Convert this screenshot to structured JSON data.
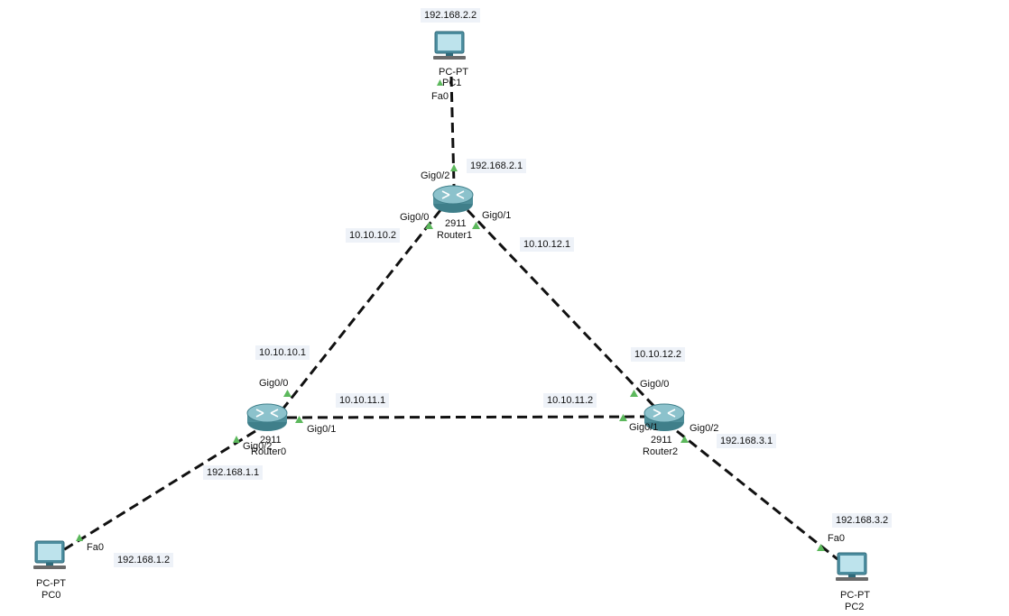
{
  "devices": {
    "pc1": {
      "model": "PC-PT",
      "name": "PC1"
    },
    "pc0": {
      "model": "PC-PT",
      "name": "PC0"
    },
    "pc2": {
      "model": "PC-PT",
      "name": "PC2"
    },
    "router0": {
      "model": "2911",
      "name": "Router0"
    },
    "router1": {
      "model": "2911",
      "name": "Router1"
    },
    "router2": {
      "model": "2911",
      "name": "Router2"
    }
  },
  "interfaces": {
    "pc1_fa0": "Fa0",
    "r1_gig0_2": "Gig0/2",
    "r1_gig0_0": "Gig0/0",
    "r1_gig0_1": "Gig0/1",
    "r0_gig0_0": "Gig0/0",
    "r0_gig0_1": "Gig0/1",
    "r0_gig0_2": "Gig0/2",
    "r2_gig0_0": "Gig0/0",
    "r2_gig0_1": "Gig0/1",
    "r2_gig0_2": "Gig0/2",
    "pc0_fa0": "Fa0",
    "pc2_fa0": "Fa0"
  },
  "addresses": {
    "pc1": "192.168.2.2",
    "r1_lan": "192.168.2.1",
    "r1_to_r0": "10.10.10.2",
    "r1_to_r2": "10.10.12.1",
    "r0_to_r1": "10.10.10.1",
    "r0_to_r2": "10.10.11.1",
    "r2_to_r0": "10.10.11.2",
    "r2_to_r1": "10.10.12.2",
    "r0_lan": "192.168.1.1",
    "pc0": "192.168.1.2",
    "r2_lan": "192.168.3.1",
    "pc2": "192.168.3.2"
  },
  "colors": {
    "link": "#111111",
    "port_up": "#5cb85c",
    "router_body": "#5f9ea8",
    "pc_body": "#4d8ea0"
  }
}
